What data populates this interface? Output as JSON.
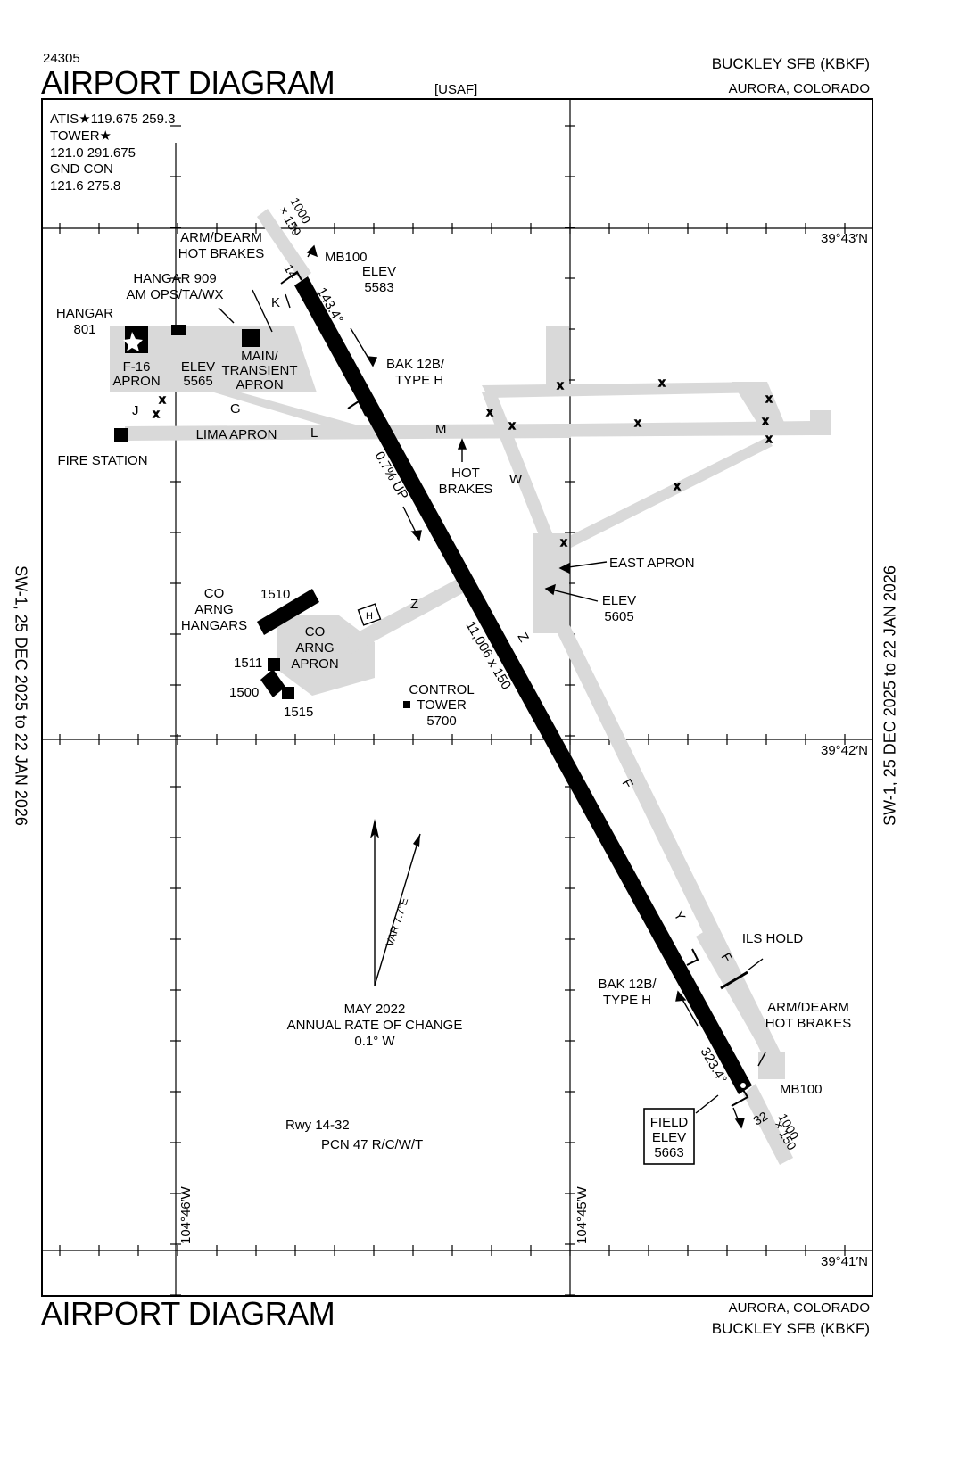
{
  "header": {
    "chart_number": "24305",
    "title": "AIRPORT DIAGRAM",
    "usaf": "[USAF]",
    "airport_name": "BUCKLEY SFB   (KBKF)",
    "location": "AURORA, COLORADO"
  },
  "footer": {
    "title": "AIRPORT DIAGRAM",
    "location": "AURORA, COLORADO",
    "airport_name": "BUCKLEY SFB   (KBKF)"
  },
  "side_label": "SW-1,  25 DEC 2025  to  22 JAN 2026",
  "frequencies": {
    "atis": "ATIS★119.675  259.3",
    "tower": "TOWER★",
    "tower_freq": "121.0  291.675",
    "gnd": "GND CON",
    "gnd_freq": "121.6  275.8"
  },
  "coordinates": {
    "lat_43": "39°43′N",
    "lat_42": "39°42′N",
    "lat_41": "39°41′N",
    "lon_46": "104°46′W",
    "lon_45": "104°45′W"
  },
  "runway": {
    "designator_14": "14",
    "designator_32": "32",
    "dimensions": "11,006 x 150",
    "heading_14": "143.4°",
    "heading_32": "323.4°",
    "gradient": "0.7% UP",
    "overrun_14": "1000\n× 150",
    "overrun_32": "1000\n× 150",
    "mb_14": "MB100",
    "mb_32": "MB100",
    "elev_14_label": "ELEV",
    "elev_14": "5583",
    "field_elev_label1": "FIELD",
    "field_elev_label2": "ELEV",
    "field_elev": "5663",
    "bak_top_1": "BAK 12B/",
    "bak_top_2": "TYPE H",
    "bak_bot_1": "BAK 12B/",
    "bak_bot_2": "TYPE H",
    "rwy_pcn_1": "Rwy 14-32",
    "rwy_pcn_2": "PCN 47 R/C/W/T"
  },
  "labels": {
    "arm_dearm_1": "ARM/DEARM",
    "arm_dearm_2": "HOT BRAKES",
    "hangar909_1": "HANGAR 909",
    "hangar909_2": "AM OPS/TA/WX",
    "hangar801_1": "HANGAR",
    "hangar801_2": "801",
    "f16_1": "F-16",
    "f16_2": "APRON",
    "elev5565_1": "ELEV",
    "elev5565_2": "5565",
    "main_1": "MAIN/",
    "main_2": "TRANSIENT",
    "main_3": "APRON",
    "fire_station": "FIRE STATION",
    "lima_apron": "LIMA APRON",
    "hot_brakes_1": "HOT",
    "hot_brakes_2": "BRAKES",
    "east_apron": "EAST APRON",
    "elev5605_1": "ELEV",
    "elev5605_2": "5605",
    "co_arng_hangars_1": "CO",
    "co_arng_hangars_2": "ARNG",
    "co_arng_hangars_3": "HANGARS",
    "co_arng_apron_1": "CO",
    "co_arng_apron_2": "ARNG",
    "co_arng_apron_3": "APRON",
    "b1510": "1510",
    "b1511": "1511",
    "b1500": "1500",
    "b1515": "1515",
    "control_tower_1": "CONTROL",
    "control_tower_2": "TOWER",
    "control_tower_3": "5700",
    "helipad": "H",
    "ils_hold": "ILS HOLD",
    "arm_dearm_s_1": "ARM/DEARM",
    "arm_dearm_s_2": "HOT BRAKES",
    "var": "VAR 7.7°E",
    "mag_1": "MAY 2022",
    "mag_2": "ANNUAL RATE OF CHANGE",
    "mag_3": "0.1° W"
  },
  "taxiways": {
    "K": "K",
    "J": "J",
    "G": "G",
    "L": "L",
    "M": "M",
    "W": "W",
    "Z1": "Z",
    "Z2": "Z",
    "F1": "F",
    "Y": "Y",
    "F2": "F"
  },
  "colors": {
    "pavement": "#d9d9d9",
    "runway": "#000000",
    "ink": "#000000"
  }
}
